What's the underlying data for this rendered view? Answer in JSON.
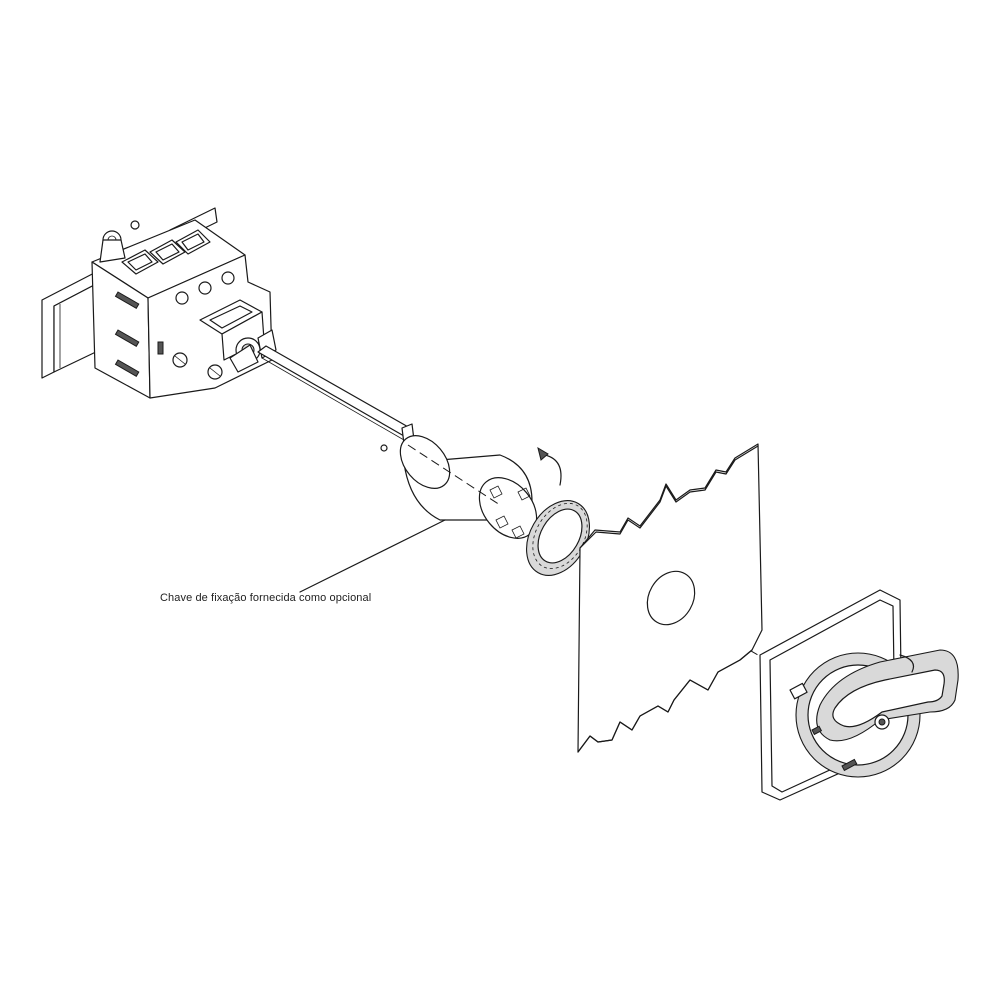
{
  "diagram": {
    "caption": "Chave de fixação fornecida como opcional",
    "parts": [
      "din-rail",
      "switch-body",
      "extension-shaft",
      "fixing-key",
      "locking-nut",
      "panel-door",
      "handle-assembly"
    ],
    "line_color": "#1a1a1a",
    "background": "#ffffff"
  }
}
